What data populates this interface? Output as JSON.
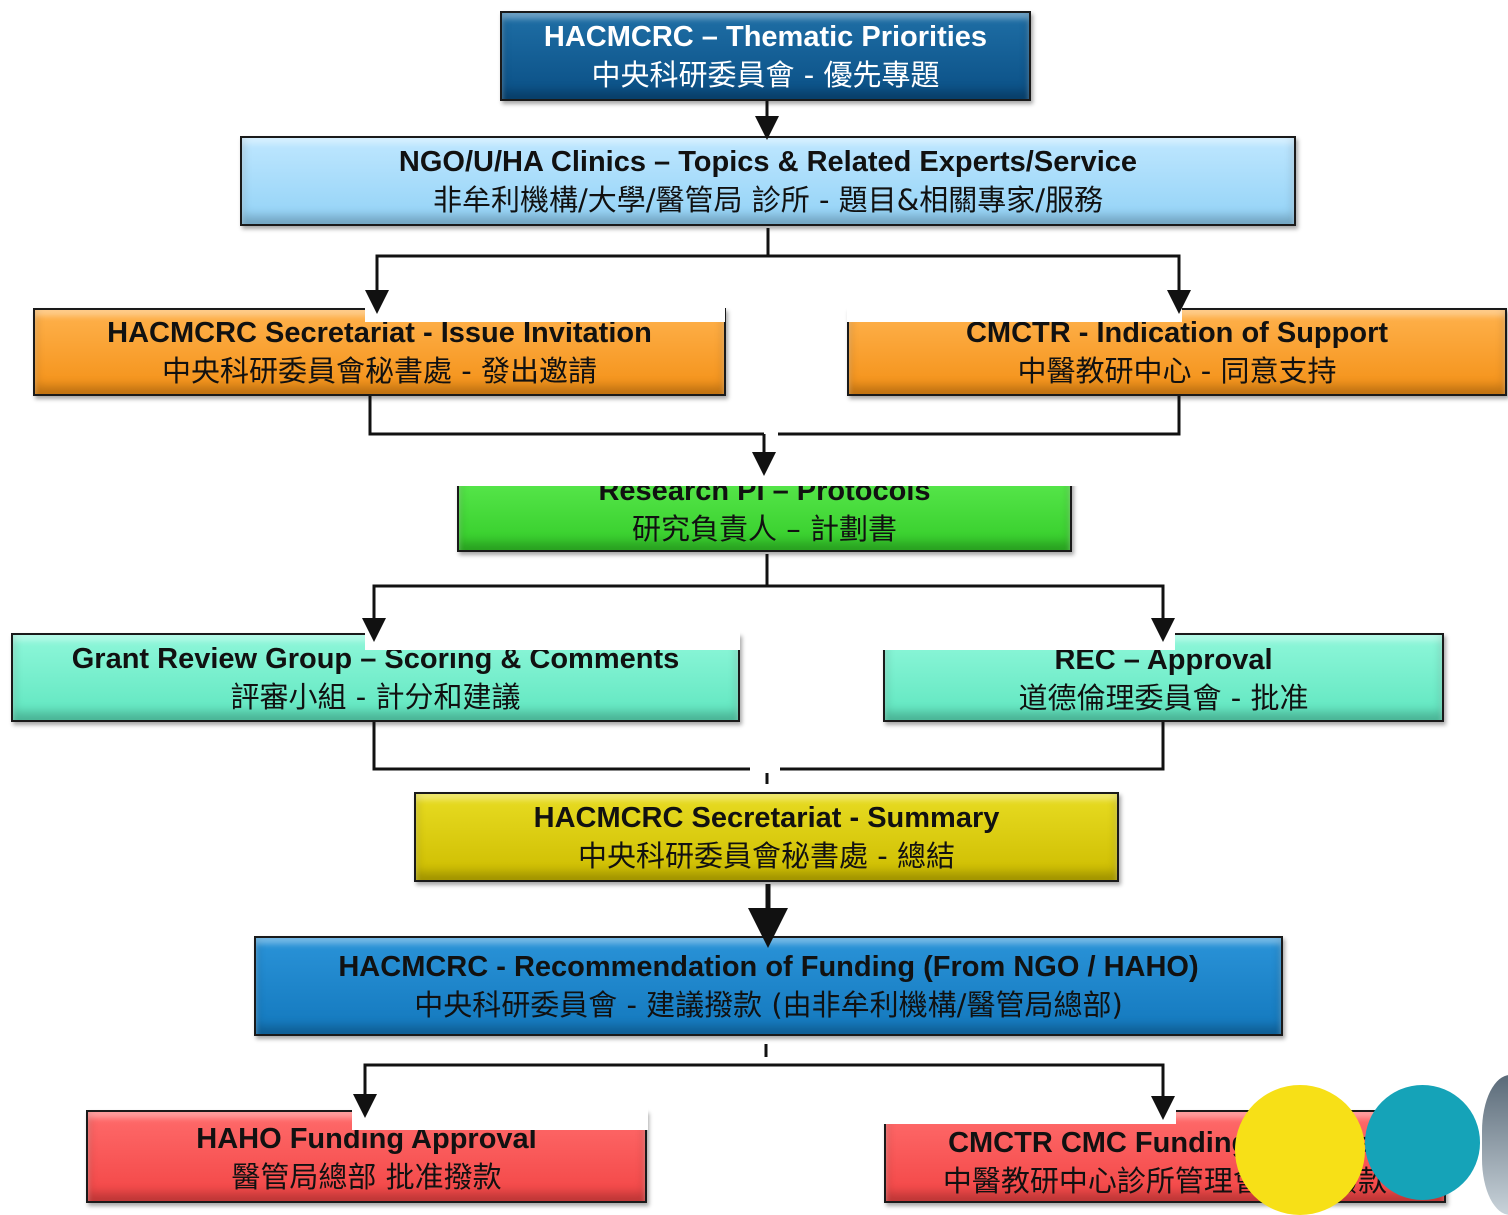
{
  "boxes": [
    {
      "en": "HACMCRC – Thematic Priorities",
      "zh": "中央科研委員會 - 優先專題"
    },
    {
      "en": "NGO/U/HA Clinics – Topics & Related Experts/Service",
      "zh": "非牟利機構/大學/醫管局 診所 - 題目&相關專家/服務"
    },
    {
      "en": "HACMCRC Secretariat - Issue Invitation",
      "zh": "中央科研委員會秘書處 - 發出邀請"
    },
    {
      "en": "CMCTR - Indication of Support",
      "zh": "中醫教研中心 - 同意支持"
    },
    {
      "en": "Research PI – Protocols",
      "zh": "研究負責人 – 計劃書"
    },
    {
      "en": "Grant Review Group – Scoring & Comments",
      "zh": "評審小組  -  計分和建議"
    },
    {
      "en": "REC – Approval",
      "zh": "道德倫理委員會 - 批准"
    },
    {
      "en": "HACMCRC Secretariat - Summary",
      "zh": "中央科研委員會秘書處 - 總結"
    },
    {
      "en": "HACMCRC - Recommendation of Funding (From NGO / HAHO)",
      "zh": "中央科研委員會 - 建議撥款 (由非牟利機構/醫管局總部)"
    },
    {
      "en": "HAHO Funding Approval",
      "zh": "醫管局總部 批准撥款"
    },
    {
      "en": "CMCTR CMC Funding Approval",
      "zh": "中醫教研中心診所管理會 批准撥款"
    }
  ]
}
